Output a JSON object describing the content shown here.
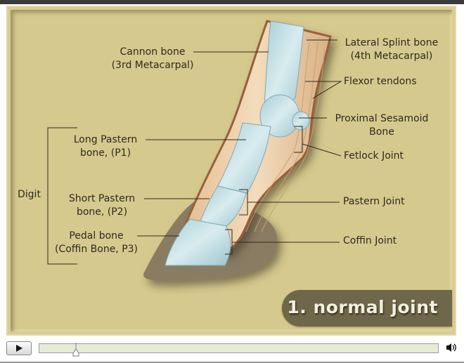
{
  "diagram": {
    "title": "1. normal joint",
    "labels": {
      "cannon_bone": [
        "Cannon bone",
        "(3rd Metacarpal)"
      ],
      "lateral_splint": [
        "Lateral Splint bone",
        "(4th Metacarpal)"
      ],
      "flexor_tendons": [
        "Flexor tendons"
      ],
      "proximal_sesamoid": [
        "Proximal Sesamoid",
        "Bone"
      ],
      "fetlock_joint": [
        "Fetlock Joint"
      ],
      "long_pastern": [
        "Long Pastern",
        "bone, (P1)"
      ],
      "digit": [
        "Digit"
      ],
      "short_pastern": [
        "Short Pastern",
        "bone, (P2)"
      ],
      "pastern_joint": [
        "Pastern Joint"
      ],
      "pedal_bone": [
        "Pedal bone",
        "(Coffin Bone, P3)"
      ],
      "coffin_joint": [
        "Coffin Joint"
      ]
    },
    "colors": {
      "background": "#d6c98e",
      "bone": "#b9d6dc",
      "tendon": "#e9c9a0",
      "hoof": "#8a7b63",
      "badge": "#6f6749",
      "badge_text": "#f2eee0",
      "label_text": "#2e2a1e"
    }
  },
  "player": {
    "play_icon": "play-icon",
    "volume_icon": "speaker-icon",
    "progress_percent": 9,
    "track_color": "#e4ecd6"
  }
}
